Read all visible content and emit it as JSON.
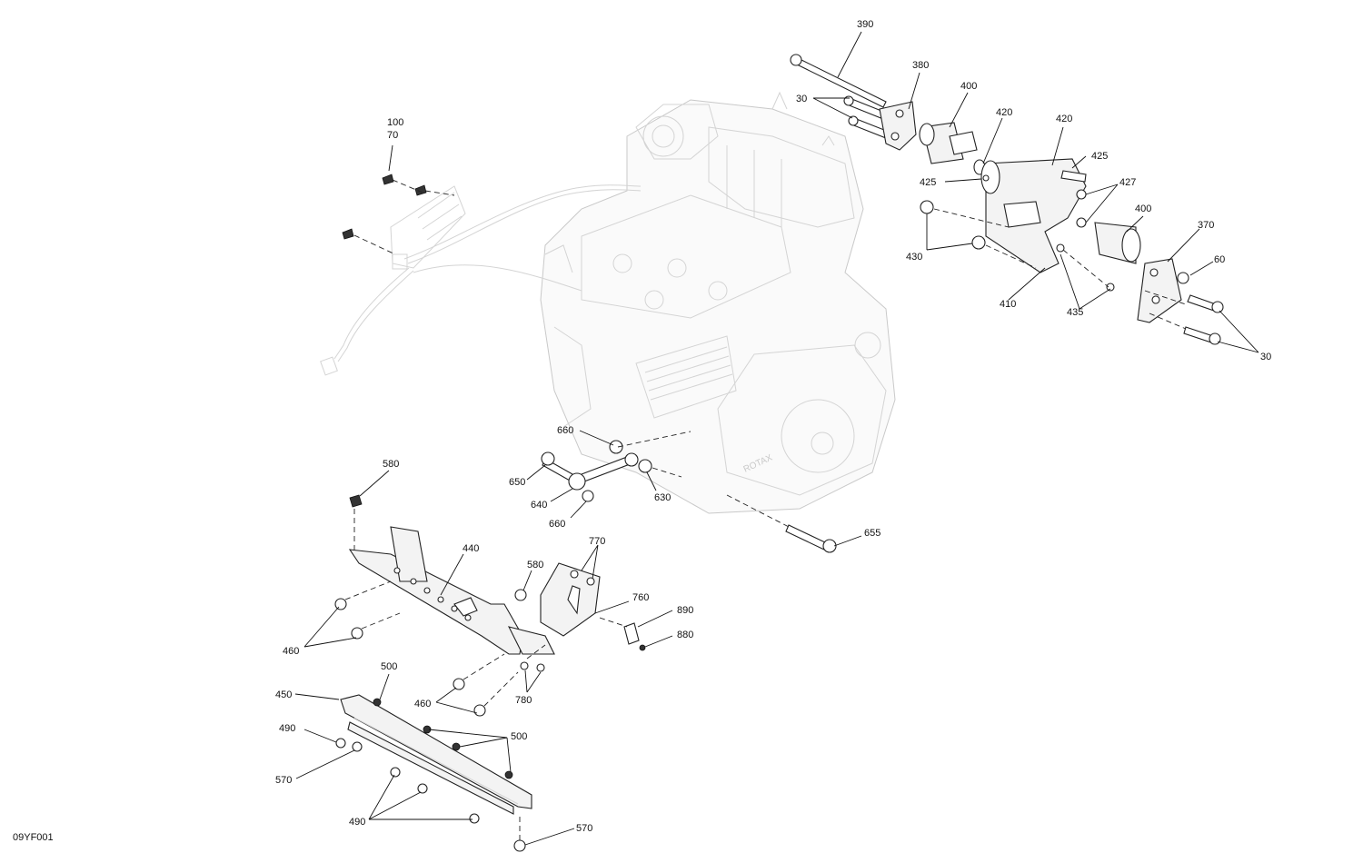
{
  "diagram": {
    "page_code": "09YF001",
    "callouts": {
      "c30a": "30",
      "c30b": "30",
      "c60": "60",
      "c70": "70",
      "c100": "100",
      "c370": "370",
      "c380": "380",
      "c390": "390",
      "c400a": "400",
      "c400b": "400",
      "c410": "410",
      "c420a": "420",
      "c420b": "420",
      "c425a": "425",
      "c425b": "425",
      "c427": "427",
      "c430": "430",
      "c435": "435",
      "c440": "440",
      "c450": "450",
      "c460a": "460",
      "c460b": "460",
      "c490a": "490",
      "c490b": "490",
      "c500a": "500",
      "c500b": "500",
      "c570a": "570",
      "c570b": "570",
      "c580a": "580",
      "c580b": "580",
      "c630": "630",
      "c640": "640",
      "c650": "650",
      "c655": "655",
      "c660a": "660",
      "c660b": "660",
      "c760": "760",
      "c770": "770",
      "c780": "780",
      "c880": "880",
      "c890": "890"
    }
  }
}
